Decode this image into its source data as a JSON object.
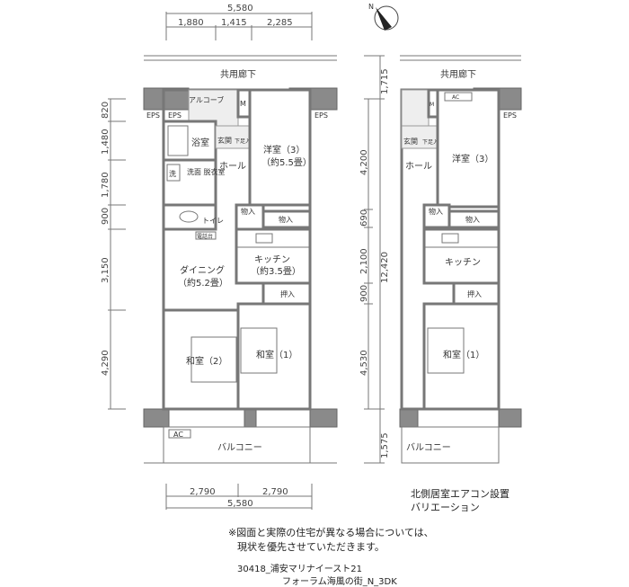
{
  "compass": {
    "label": "N"
  },
  "left_plan": {
    "top_dims": {
      "total": "5,580",
      "parts": [
        "1,880",
        "1,415",
        "2,285"
      ]
    },
    "side_dims": [
      "820",
      "1,480",
      "1,780",
      "900",
      "3,150",
      "4,290"
    ],
    "bottom_dims": {
      "parts": [
        "2,790",
        "2,790"
      ],
      "total": "5,580"
    },
    "corridor": "共用廊下",
    "eps": [
      "EPS",
      "EPS",
      "EPS"
    ],
    "alcove": "アルコーブ",
    "mb": "M B",
    "bath": "浴室",
    "entrance": "玄関",
    "shoe_storage": "下足入",
    "hall": "ホール",
    "western_room": "洋室（3）",
    "western_room_size": "（約5.5畳）",
    "washer": "洗",
    "washroom": "洗面\n脱衣室",
    "toilet": "トイレ",
    "storage1": "物入",
    "storage2": "物入",
    "phone_stand": "電話台",
    "kitchen": "キッチン",
    "kitchen_size": "（約3.5畳）",
    "dining": "ダイニング",
    "dining_size": "（約5.2畳）",
    "closet": "押入",
    "japanese_room2": "和室（2）",
    "japanese_room1": "和室（1）",
    "ac": "AC",
    "balcony": "バルコニー"
  },
  "right_plan": {
    "side_dims_a": [
      "1,715",
      "12,420",
      "1,575"
    ],
    "side_dims_b": [
      "4,200",
      "690",
      "2,100",
      "900",
      "4,530"
    ],
    "corridor": "共用廊下",
    "eps": "EPS",
    "mb": "M B",
    "ac": "AC",
    "entrance": "玄関",
    "shoe_storage": "下足入",
    "hall": "ホール",
    "western_room": "洋室（3）",
    "storage1": "物入",
    "storage2": "物入",
    "kitchen": "キッチン",
    "closet": "押入",
    "japanese_room1": "和室（1）",
    "balcony": "バルコニー",
    "caption_line1": "北側居室エアコン設置",
    "caption_line2": "バリエーション"
  },
  "footer": {
    "note_line1": "※図面と実際の住宅が異なる場合については、",
    "note_line2": "現状を優先させていただきます。",
    "id_line1": "30418_浦安マリナイースト21",
    "id_line2": "フォーラム海風の街_N_3DK"
  }
}
